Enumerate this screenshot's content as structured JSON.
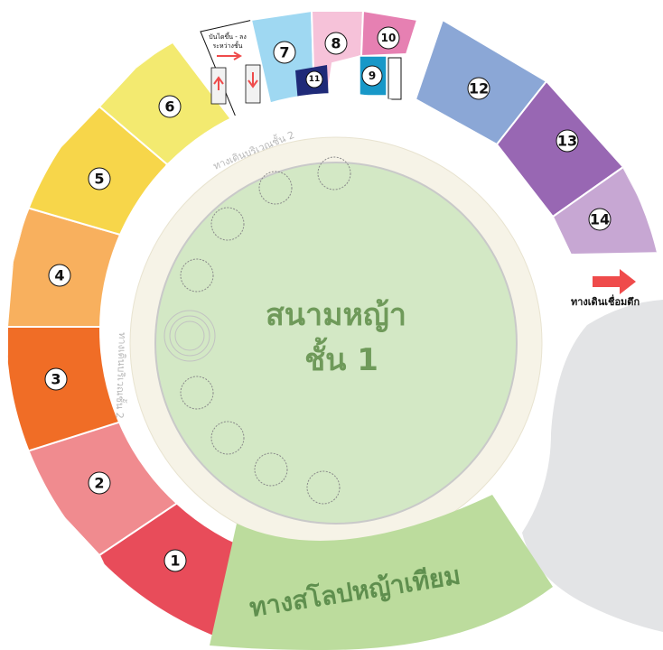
{
  "map": {
    "lawn_title": "สนามหญ้า",
    "lawn_floor": "ชั้น 1",
    "slope_label": "ทางสโลปหญ้าเทียม",
    "walkway_label_top": "ทางเดินบริเวณชั้น 2",
    "walkway_label_left": "ทางเดินบริเวณชั้น 2",
    "connector_label": "ทางเดินเชื่อมตึก",
    "stairs_label_line1": "บันไดขึ้น - ลง",
    "stairs_label_line2": "ระหว่างชั้น",
    "rooms": [
      {
        "number": "1",
        "color": "#e84c5a"
      },
      {
        "number": "2",
        "color": "#f08b8f"
      },
      {
        "number": "3",
        "color": "#f06d26"
      },
      {
        "number": "4",
        "color": "#f8b05e"
      },
      {
        "number": "5",
        "color": "#f7d64a"
      },
      {
        "number": "6",
        "color": "#f3ea70"
      },
      {
        "number": "7",
        "color": "#9fd8f2"
      },
      {
        "number": "8",
        "color": "#f6c2d9"
      },
      {
        "number": "9",
        "color": "#1898c8"
      },
      {
        "number": "10",
        "color": "#e680b2"
      },
      {
        "number": "11",
        "color": "#1f2a78"
      },
      {
        "number": "12",
        "color": "#8ba7d6"
      },
      {
        "number": "13",
        "color": "#9867b3"
      },
      {
        "number": "14",
        "color": "#c7a7d3"
      }
    ],
    "colors": {
      "lawn": "#d3e8c5",
      "lawn_border": "#f6f3e7",
      "slope": "#bcdc9d",
      "grey_area": "#e3e4e6",
      "arrow": "#ef4b4b"
    }
  }
}
